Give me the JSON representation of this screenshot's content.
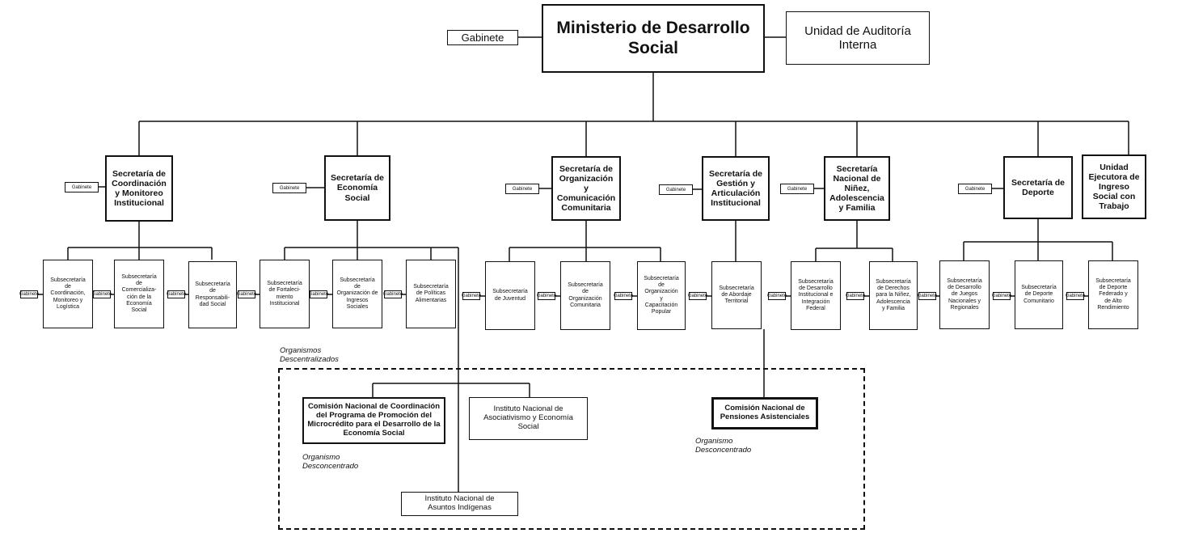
{
  "ministry": {
    "title": "Ministerio de Desarrollo\nSocial",
    "gabinete": "Gabinete"
  },
  "audit": {
    "title": "Unidad de Auditoría\nInterna"
  },
  "secretariats": [
    {
      "id": "s1",
      "title": "Secretaría de\nCoordinación\ny Monitoreo\nInstitucional",
      "gabinete": "Gabinete"
    },
    {
      "id": "s2",
      "title": "Secretaría de\nEconomía\nSocial",
      "gabinete": "Gabinete"
    },
    {
      "id": "s3",
      "title": "Secretaría de\nOrganización\ny\nComunicación\nComunitaria",
      "gabinete": "Gabinete"
    },
    {
      "id": "s4",
      "title": "Secretaría de\nGestión y\nArticulación\nInstitucional",
      "gabinete": "Gabinete"
    },
    {
      "id": "s5",
      "title": "Secretaría\nNacional de\nNiñez,\nAdolescencia\ny Familia",
      "gabinete": "Gabinete"
    },
    {
      "id": "s6",
      "title": "Secretaría de\nDeporte",
      "gabinete": "Gabinete"
    },
    {
      "id": "s7",
      "title": "Unidad\nEjecutora de\nIngreso\nSocial con\nTrabajo",
      "gabinete": ""
    }
  ],
  "subsecretariats": [
    {
      "title": "Subsecretaría\nde\nCoordinación,\nMonitoreo y\nLogística",
      "gabinete": "Gabinete"
    },
    {
      "title": "Subsecretaría\nde\nComercializa-\nción de la\nEconomía\nSocial",
      "gabinete": "Gabinete"
    },
    {
      "title": "Subsecretaría\nde\nResponsabili-\ndad Social",
      "gabinete": "Gabinete"
    },
    {
      "title": "Subsecretaría\nde Fortaleci-\nmiento\nInstitucional",
      "gabinete": "Gabinete"
    },
    {
      "title": "Subsecretaría\nde\nOrganización de\nIngresos\nSociales",
      "gabinete": "Gabinete"
    },
    {
      "title": "Subsecretaría\nde Políticas\nAlimentarias",
      "gabinete": "Gabinete"
    },
    {
      "title": "Subsecretaría\nde Juventud",
      "gabinete": "Gabinete"
    },
    {
      "title": "Subsecretaría\nde\nOrganización\nComunitaria",
      "gabinete": "Gabinete"
    },
    {
      "title": "Subsecretaría\nde\nOrganización\ny\nCapacitación\nPopular",
      "gabinete": "Gabinete"
    },
    {
      "title": "Subsecretaría\nde Abordaje\nTerritorial",
      "gabinete": "Gabinete"
    },
    {
      "title": "Subsecretaría\nde Desarrollo\nInstitucional e\nIntegración\nFederal",
      "gabinete": "Gabinete"
    },
    {
      "title": "Subsecretaría\nde Derechos\npara la Niñez,\nAdolescencia\ny Familia",
      "gabinete": "Gabinete"
    },
    {
      "title": "Subsecretaría\nde Desarrollo\nde Juegos\nNacionales y\nRegionales",
      "gabinete": "Gabinete"
    },
    {
      "title": "Subsecretaría\nde Deporte\nComunitario",
      "gabinete": "Gabinete"
    },
    {
      "title": "Subsecretaría\nde Deporte\nFederado y\nde Alto\nRendimiento",
      "gabinete": "Gabinete"
    }
  ],
  "decentralized": {
    "label": "Organismos\nDescentralizados",
    "comision_microcredito": "Comisión Nacional de Coordinación\ndel Programa de Promoción del\nMicrocrédito para el Desarrollo de la\nEconomía Social",
    "inaes": "Instituto Nacional de\nAsociativismo y Economía\nSocial",
    "inai": "Instituto Nacional de\nAsuntos Indígenas",
    "desconcentrado_1": "Organismo\nDesconcentrado"
  },
  "pensiones": {
    "title": "Comisión Nacional de\nPensiones Asistenciales",
    "label": "Organismo\nDesconcentrado"
  }
}
